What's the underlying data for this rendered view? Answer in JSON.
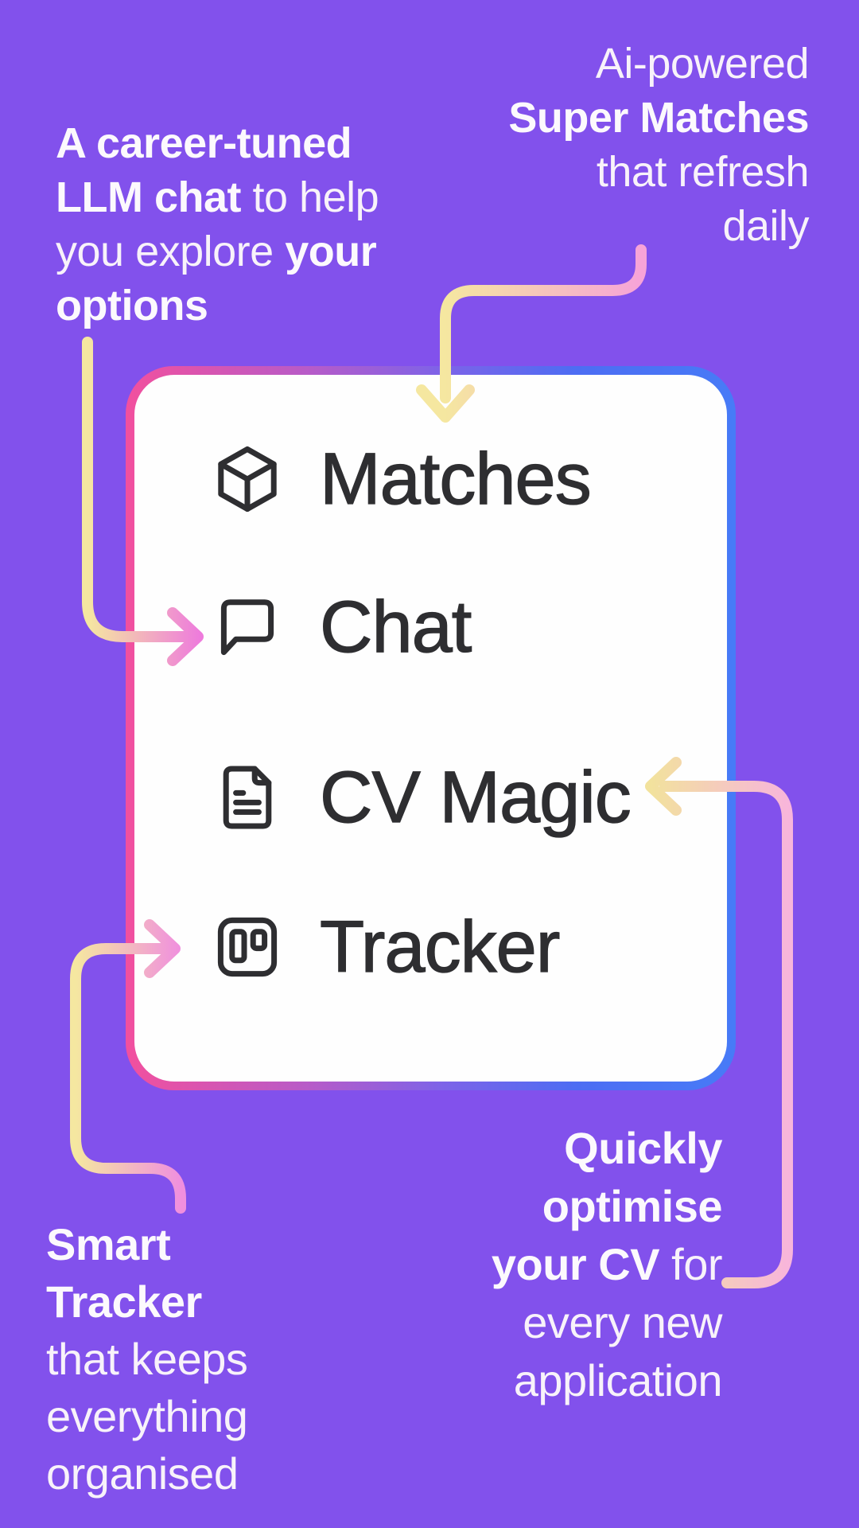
{
  "annotations": {
    "top_left": {
      "lines": [
        [
          {
            "t": "A career-tuned",
            "b": true
          }
        ],
        [
          {
            "t": "LLM chat",
            "b": true
          },
          {
            "t": " to help",
            "b": false
          }
        ],
        [
          {
            "t": "you explore ",
            "b": false
          },
          {
            "t": "your",
            "b": true
          }
        ],
        [
          {
            "t": "options",
            "b": true
          }
        ]
      ]
    },
    "top_right": {
      "lines": [
        [
          {
            "t": "Ai-powered",
            "b": false
          }
        ],
        [
          {
            "t": "Super Matches",
            "b": true
          }
        ],
        [
          {
            "t": "that refresh",
            "b": false
          }
        ],
        [
          {
            "t": "daily",
            "b": false
          }
        ]
      ]
    },
    "bottom_left": {
      "lines": [
        [
          {
            "t": "Smart",
            "b": true
          }
        ],
        [
          {
            "t": "Tracker",
            "b": true
          }
        ],
        [
          {
            "t": "that keeps",
            "b": false
          }
        ],
        [
          {
            "t": "everything",
            "b": false
          }
        ],
        [
          {
            "t": "organised",
            "b": false
          }
        ]
      ]
    },
    "bottom_right": {
      "lines": [
        [
          {
            "t": "Quickly",
            "b": true
          }
        ],
        [
          {
            "t": "optimise",
            "b": true
          }
        ],
        [
          {
            "t": "your CV",
            "b": true
          },
          {
            "t": " for",
            "b": false
          }
        ],
        [
          {
            "t": "every new",
            "b": false
          }
        ],
        [
          {
            "t": "application",
            "b": false
          }
        ]
      ]
    }
  },
  "menu": {
    "items": [
      {
        "label": "Matches",
        "icon": "cube-icon"
      },
      {
        "label": "Chat",
        "icon": "chat-bubble-icon"
      },
      {
        "label": "CV Magic",
        "icon": "document-icon"
      },
      {
        "label": "Tracker",
        "icon": "kanban-board-icon"
      }
    ]
  },
  "colors": {
    "background": "#8251EC",
    "card_background": "#FEFEFE",
    "card_border_gradient": [
      "#F2509E",
      "#7D63E8",
      "#477BF7"
    ],
    "menu_text": "#2E2E31",
    "annotation_text": "#F8F2FA",
    "arrow_yellow": "#F5E7A0",
    "arrow_pink_bright": "#EE7BDC",
    "arrow_pink_light": "#F8B5DB"
  }
}
